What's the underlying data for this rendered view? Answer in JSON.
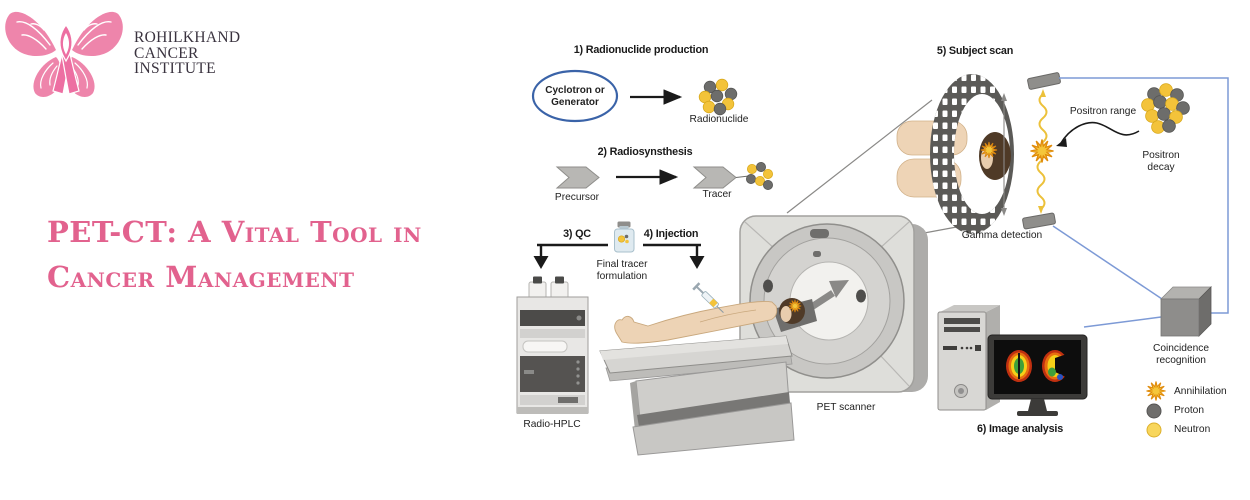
{
  "brand": {
    "institute_line1": "ROHILKHAND",
    "institute_line2": "CANCER",
    "institute_line3": "INSTITUTE"
  },
  "title": {
    "line1": "PET-CT: A Vital Tool in",
    "line2": "Cancer Management"
  },
  "diagram": {
    "step1_label": "1) Radionuclide production",
    "step2_label": "2) Radiosynsthesis",
    "step3_label": "3) QC",
    "step4_label": "4) Injection",
    "step5_label": "5) Subject scan",
    "step6_label": "6) Image analysis",
    "cyclotron_line1": "Cyclotron or",
    "cyclotron_line2": "Generator",
    "radionuclide_label": "Radionuclide",
    "precursor_label": "Precursor",
    "tracer_label": "Tracer",
    "final_tracer_line1": "Final tracer",
    "final_tracer_line2": "formulation",
    "radio_hplc_label": "Radio-HPLC",
    "pet_scanner_label": "PET scanner",
    "gamma_detection_label": "Gamma detection",
    "positron_range_label": "Positron range",
    "positron_decay_line1": "Positron",
    "positron_decay_line2": "decay",
    "coincidence_line1": "Coincidence",
    "coincidence_line2": "recognition",
    "legend": [
      {
        "icon": "annihilation-star-icon",
        "label": "Annihilation"
      },
      {
        "icon": "proton-circle-icon",
        "label": "Proton"
      },
      {
        "icon": "neutron-circle-icon",
        "label": "Neutron"
      }
    ],
    "colors": {
      "title_pink": "#e2628e",
      "logo_pink": "#ee85ab",
      "proton_gray": "#6d6d6b",
      "neutron_yellow": "#f8d65c",
      "annihilation_yellow": "#f5c63a",
      "coincidence_line_blue": "#7d9ad6",
      "cyclotron_ellipse_blue": "#3a63a8"
    }
  }
}
